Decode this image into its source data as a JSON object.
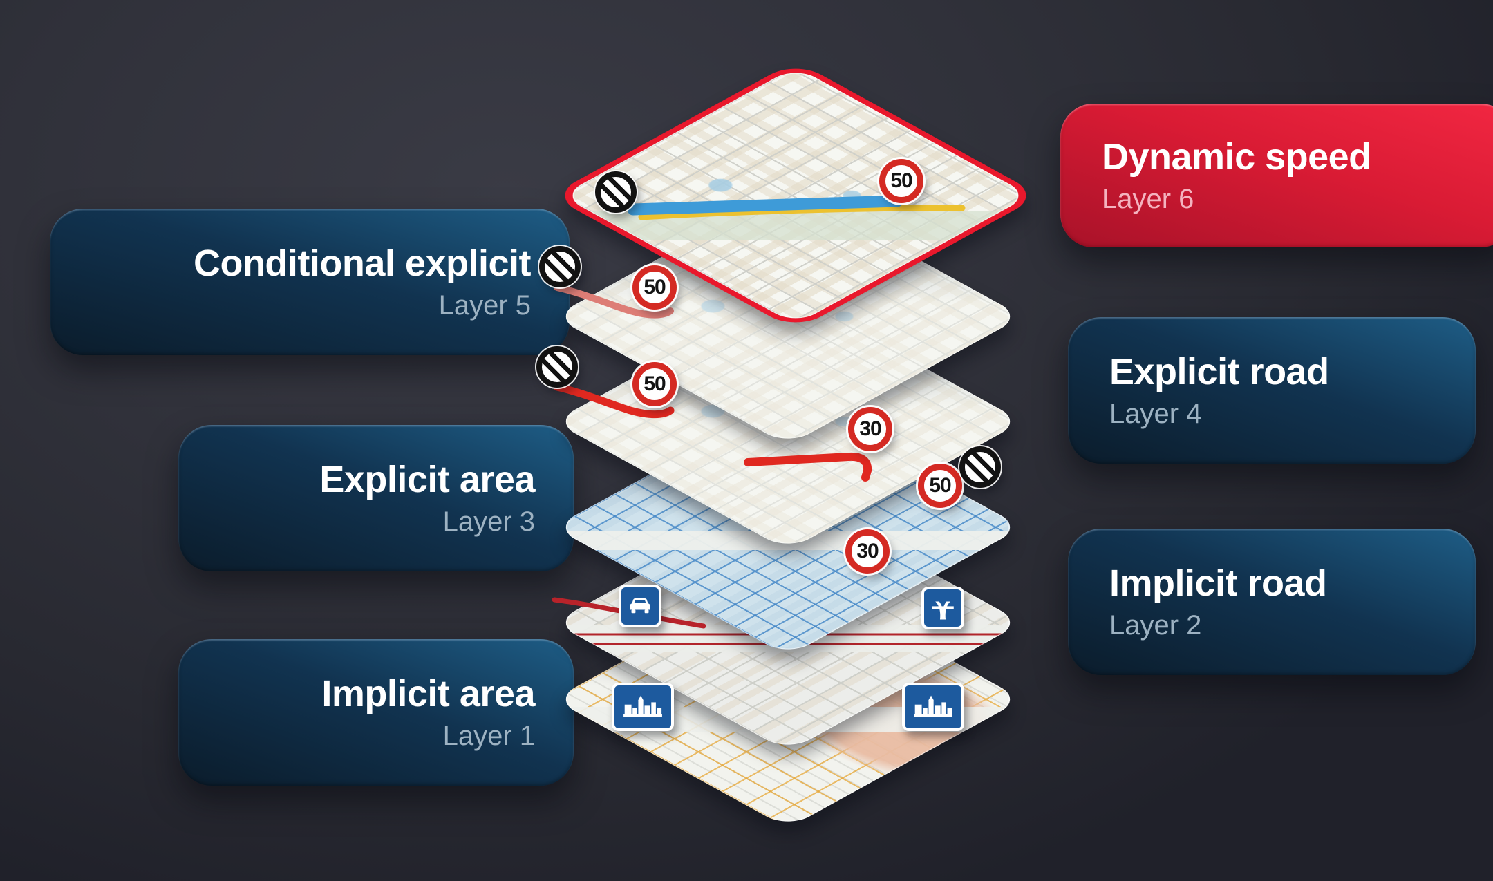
{
  "cards": {
    "left": [
      {
        "title": "Conditional explicit",
        "subtitle": "Layer 5"
      },
      {
        "title": "Explicit area",
        "subtitle": "Layer 3"
      },
      {
        "title": "Implicit area",
        "subtitle": "Layer 1"
      }
    ],
    "right": [
      {
        "title": "Dynamic speed",
        "subtitle": "Layer 6"
      },
      {
        "title": "Explicit road",
        "subtitle": "Layer 4"
      },
      {
        "title": "Implicit road",
        "subtitle": "Layer 2"
      }
    ]
  },
  "stack": {
    "layers": [
      {
        "name": "Dynamic speed",
        "layer": "Layer 6",
        "frame": "red",
        "signs": [
          "no-restriction",
          "speed-50"
        ],
        "road_highlight": "blue-and-yellow"
      },
      {
        "name": "Conditional explicit",
        "layer": "Layer 5",
        "signs": [
          "no-restriction",
          "speed-50"
        ],
        "road_highlight": "faded-red"
      },
      {
        "name": "Explicit road",
        "layer": "Layer 4",
        "signs": [
          "no-restriction",
          "speed-50",
          "speed-30",
          "speed-50",
          "no-restriction"
        ],
        "road_highlight": "red"
      },
      {
        "name": "Explicit area",
        "layer": "Layer 3",
        "tint": "blue",
        "signs": [
          "speed-30"
        ]
      },
      {
        "name": "Implicit road",
        "layer": "Layer 2",
        "signs": [
          "expressway",
          "motorway"
        ],
        "road_highlight": "dark-red"
      },
      {
        "name": "Implicit area",
        "layer": "Layer 1",
        "tint": "salmon",
        "signs": [
          "built-up-area",
          "built-up-area"
        ]
      }
    ],
    "sign_values": {
      "speed50": "50",
      "speed30": "30"
    }
  },
  "colors": {
    "accent_red": "#e9182c",
    "card_blue_dark": "#0b1c2b",
    "card_blue_light": "#1e5d86",
    "card_red_dark": "#a81229",
    "card_red_light": "#f22742",
    "blue_road": "#3e9bd8",
    "yellow_road": "#ecc12f",
    "sign_ring_red": "#d42a23",
    "sign_blue": "#1d5a9e"
  }
}
